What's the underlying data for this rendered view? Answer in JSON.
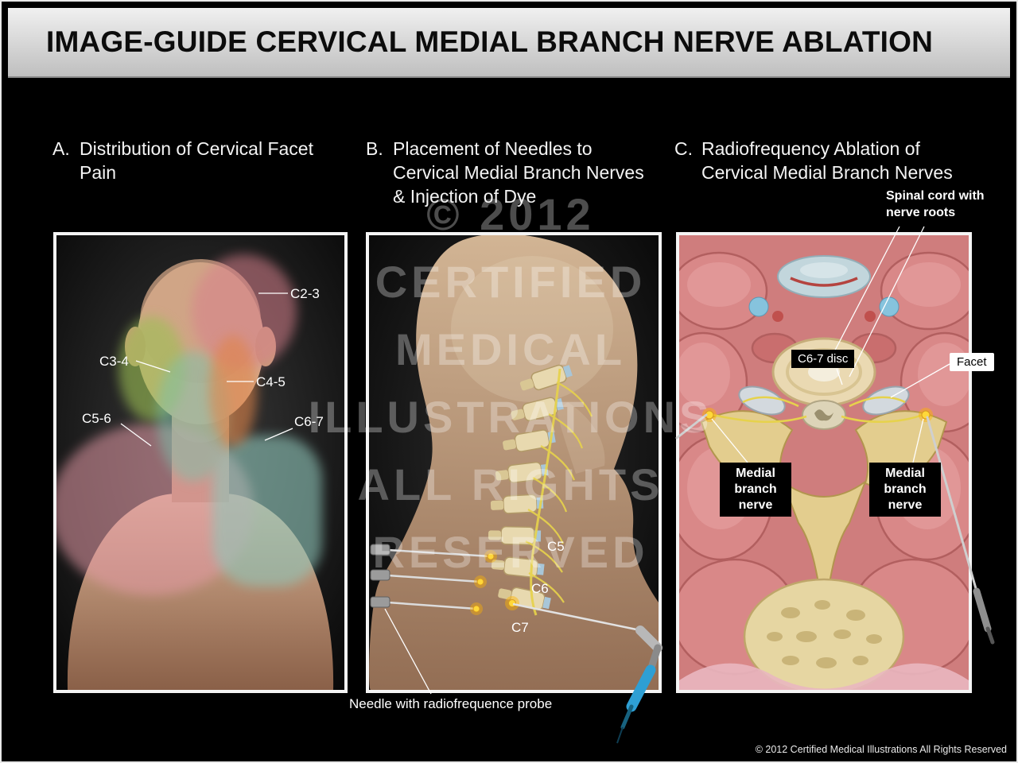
{
  "header": {
    "title": "IMAGE-GUIDE CERVICAL MEDIAL BRANCH NERVE ABLATION"
  },
  "sections": {
    "a": {
      "prefix": "A.",
      "title": "Distribution of Cervical Facet Pain"
    },
    "b": {
      "prefix": "B.",
      "title": "Placement of Needles to Cervical Medial Branch Nerves & Injection of Dye"
    },
    "c": {
      "prefix": "C.",
      "title": "Radiofrequency Ablation of Cervical Medial Branch Nerves"
    }
  },
  "panel_a_labels": {
    "c2_3": "C2-3",
    "c3_4": "C3-4",
    "c4_5": "C4-5",
    "c5_6": "C5-6",
    "c6_7": "C6-7"
  },
  "panel_b_labels": {
    "c5": "C5",
    "c6": "C6",
    "c7": "C7",
    "caption": "Needle with radiofrequence probe"
  },
  "panel_c_labels": {
    "spinal_cord": "Spinal cord with nerve roots",
    "disc": "C6-7 disc",
    "facet": "Facet",
    "medial_branch_left": "Medial branch nerve",
    "medial_branch_right": "Medial branch nerve"
  },
  "watermark": {
    "line1": "© 2012",
    "line2": "CERTIFIED",
    "line3": "MEDICAL",
    "line4": "ILLUSTRATIONS",
    "line5": "ALL RIGHTS",
    "line6": "RESERVED"
  },
  "footer": {
    "copyright": "© 2012 Certified Medical Illustrations All Rights Reserved"
  },
  "colors": {
    "pain_c2_3": "#d8808c",
    "pain_c3_4": "#9cc053",
    "pain_c4_5": "#e08448",
    "pain_c5_6": "#e49aa6",
    "pain_c6_7": "#8fc6ba",
    "nerve_yellow": "#e6d24c",
    "probe_blue": "#2e9fd4"
  }
}
